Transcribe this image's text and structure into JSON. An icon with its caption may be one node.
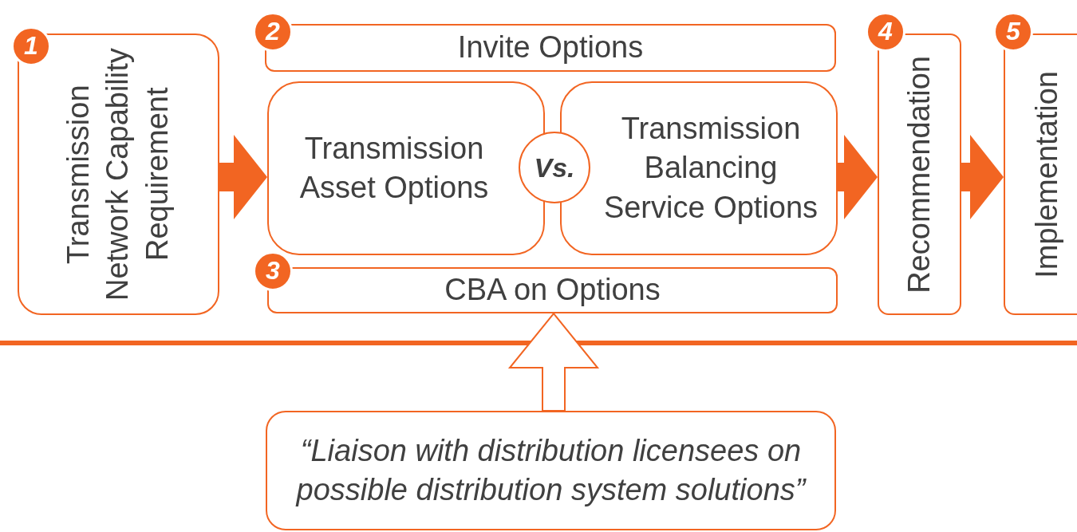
{
  "diagram": {
    "nodes": [
      {
        "text": [
          "1"
        ]
      },
      {
        "text": [
          "Transmission Network Capability Requirement"
        ]
      },
      {
        "text": [
          "2"
        ]
      },
      {
        "text": [
          "Invite Options"
        ]
      },
      {
        "text": [
          "Transmission Asset Options"
        ]
      },
      {
        "text": [
          "Vs."
        ]
      },
      {
        "text": [
          "Transmission Balancing Service Options"
        ]
      },
      {
        "text": [
          "3"
        ]
      },
      {
        "text": [
          "CBA on Options"
        ]
      },
      {
        "text": [
          "4"
        ]
      },
      {
        "text": [
          "Recommendation"
        ]
      },
      {
        "text": [
          "5"
        ]
      },
      {
        "text": [
          "Implementation"
        ]
      },
      {
        "text": [
          "“Liaison with distribution licensees on possible distribution system solutions”"
        ]
      }
    ],
    "edges": [
      {
        "from": 1,
        "to": 4,
        "arrow": "to"
      },
      {
        "from": 6,
        "to": 10,
        "arrow": "to"
      },
      {
        "from": 10,
        "to": 12,
        "arrow": "to"
      },
      {
        "from": 13,
        "to": 8,
        "arrow": "to"
      }
    ]
  }
}
